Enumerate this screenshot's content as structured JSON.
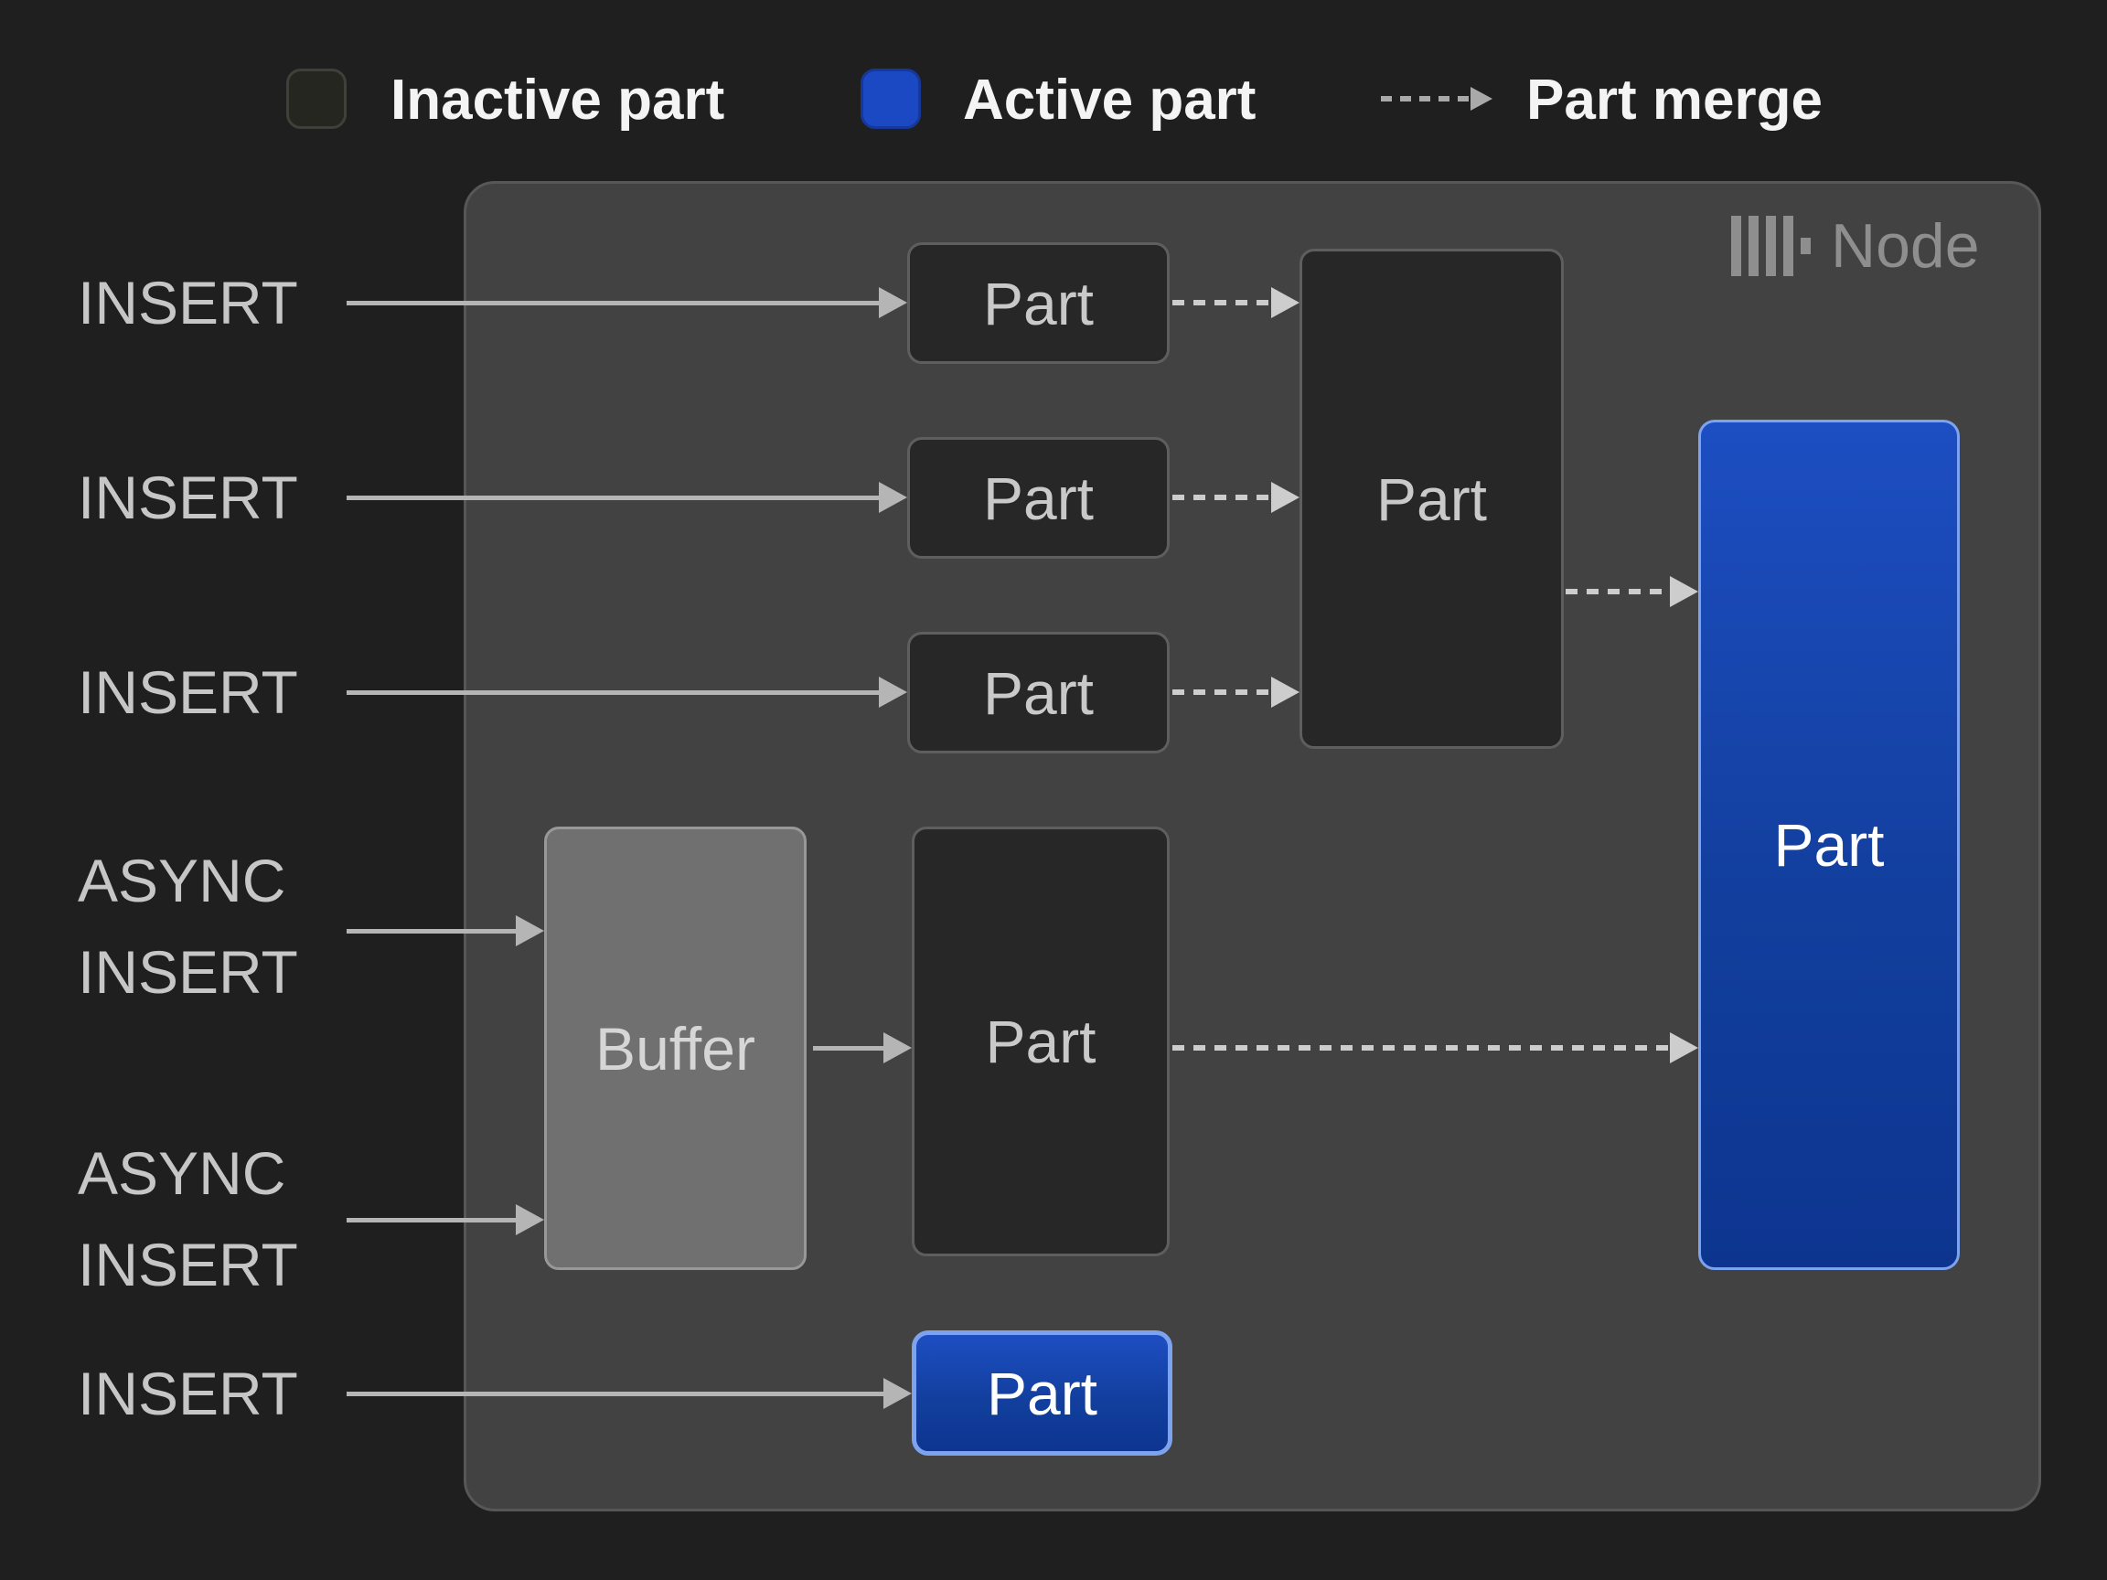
{
  "legend": {
    "inactive": {
      "label": "Inactive part",
      "swatch_color": "#24261f"
    },
    "active": {
      "label": "Active part",
      "swatch_color": "#1b49c4"
    },
    "merge": {
      "label": "Part merge",
      "icon": "dashed-arrow-right-icon"
    }
  },
  "node": {
    "title": "Node",
    "logo_icon": "clickhouse-bars-icon"
  },
  "inputs": [
    {
      "label": "INSERT",
      "type": "sync"
    },
    {
      "label": "INSERT",
      "type": "sync"
    },
    {
      "label": "INSERT",
      "type": "sync"
    },
    {
      "label": "ASYNC INSERT",
      "type": "async"
    },
    {
      "label": "ASYNC INSERT",
      "type": "async"
    },
    {
      "label": "INSERT",
      "type": "sync"
    }
  ],
  "boxes": {
    "part_row1": {
      "label": "Part",
      "state": "inactive"
    },
    "part_row2": {
      "label": "Part",
      "state": "inactive"
    },
    "part_row3": {
      "label": "Part",
      "state": "inactive"
    },
    "part_merged": {
      "label": "Part",
      "state": "inactive"
    },
    "buffer": {
      "label": "Buffer",
      "state": "buffer"
    },
    "part_async": {
      "label": "Part",
      "state": "inactive"
    },
    "part_active_large": {
      "label": "Part",
      "state": "active"
    },
    "part_active_small": {
      "label": "Part",
      "state": "active"
    }
  },
  "colors": {
    "background": "#1f1f1f",
    "node_fill": "#424242",
    "node_border": "#575757",
    "inactive_part_fill": "#272727",
    "inactive_part_border": "#5e5e5e",
    "buffer_fill": "#707070",
    "active_blue_top": "#1d4ec2",
    "active_blue_bottom": "#0d3590",
    "active_border": "#7ea3ee",
    "arrow_gray": "#b5b5b5",
    "dashed_arrow_gray": "#cdcdcd",
    "label_gray": "#c6c6c6",
    "node_title_gray": "#8e8e8e",
    "legend_text": "#f4f4f4"
  }
}
